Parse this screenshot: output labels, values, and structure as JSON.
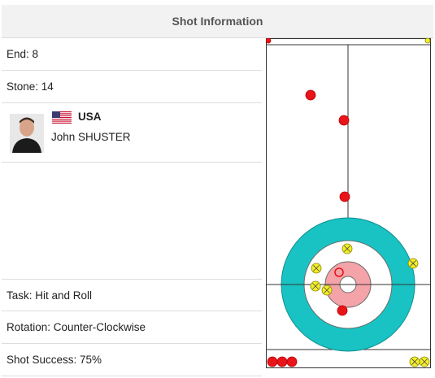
{
  "header": {
    "title": "Shot Information"
  },
  "info": {
    "end": "End: 8",
    "stone": "Stone: 14",
    "task": "Task: Hit and Roll",
    "rotation": "Rotation: Counter-Clockwise",
    "success": "Shot Success: 75%"
  },
  "player": {
    "country": "USA",
    "name": "John SHUSTER",
    "flag_icon": "us-flag-icon",
    "avatar_icon": "player-photo"
  },
  "colors": {
    "red_stone": "#e8141a",
    "yellow_stone": "#f2ee2a",
    "house_outer": "#19c3c3",
    "house_inner": "#f4a3a8",
    "header_bg": "#f2f2f2"
  },
  "sheet": {
    "stones": [
      {
        "team": "red",
        "id": "red-stone-corner"
      },
      {
        "team": "yellow",
        "id": "yellow-stone-corner"
      },
      {
        "team": "red",
        "id": "red-stone-guard-left"
      },
      {
        "team": "red",
        "id": "red-stone-guard-center"
      },
      {
        "team": "red",
        "id": "red-stone-guard-front"
      },
      {
        "team": "red",
        "id": "red-stone-shot"
      },
      {
        "team": "red",
        "id": "red-stone-back"
      },
      {
        "team": "yellow",
        "id": "yellow-stone-top"
      },
      {
        "team": "yellow",
        "id": "yellow-stone-right"
      },
      {
        "team": "yellow",
        "id": "yellow-stone-left-a"
      },
      {
        "team": "yellow",
        "id": "yellow-stone-left-b"
      },
      {
        "team": "yellow",
        "id": "yellow-stone-left-c"
      },
      {
        "team": "red",
        "id": "red-stone-out-1"
      },
      {
        "team": "red",
        "id": "red-stone-out-2"
      },
      {
        "team": "red",
        "id": "red-stone-out-3"
      },
      {
        "team": "yellow",
        "id": "yellow-stone-out-1"
      },
      {
        "team": "yellow",
        "id": "yellow-stone-out-2"
      }
    ]
  }
}
